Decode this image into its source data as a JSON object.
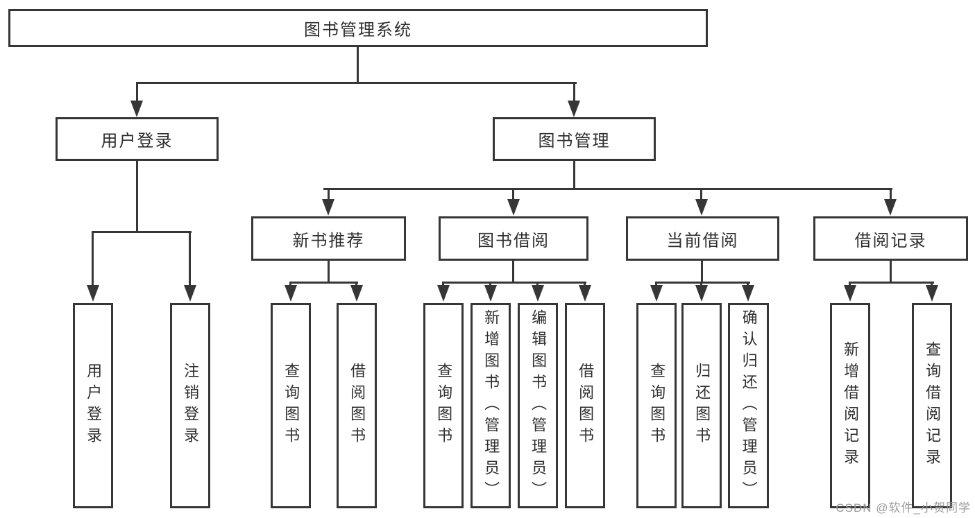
{
  "diagram": {
    "root": {
      "label": "图书管理系统"
    },
    "level2": [
      {
        "label": "用户登录"
      },
      {
        "label": "图书管理"
      }
    ],
    "level3": [
      {
        "label": "新书推荐"
      },
      {
        "label": "图书借阅"
      },
      {
        "label": "当前借阅"
      },
      {
        "label": "借阅记录"
      }
    ],
    "leaves": {
      "login": [
        {
          "label": "用户登录"
        },
        {
          "label": "注销登录"
        }
      ],
      "recommend": [
        {
          "label": "查询图书"
        },
        {
          "label": "借阅图书"
        }
      ],
      "borrow": [
        {
          "label": "查询图书"
        },
        {
          "label": "新增图书（管理员）"
        },
        {
          "label": "编辑图书（管理员）"
        },
        {
          "label": "借阅图书"
        }
      ],
      "current": [
        {
          "label": "查询图书"
        },
        {
          "label": "归还图书"
        },
        {
          "label": "确认归还（管理员）"
        }
      ],
      "records": [
        {
          "label": "新增借阅记录"
        },
        {
          "label": "查询借阅记录"
        }
      ]
    }
  },
  "watermark": {
    "text": "CSDN @软件_小贺同学"
  },
  "colors": {
    "line": "#363636",
    "text": "#2e2e2e",
    "watermark": "#9b9b9b",
    "background": "#ffffff"
  }
}
